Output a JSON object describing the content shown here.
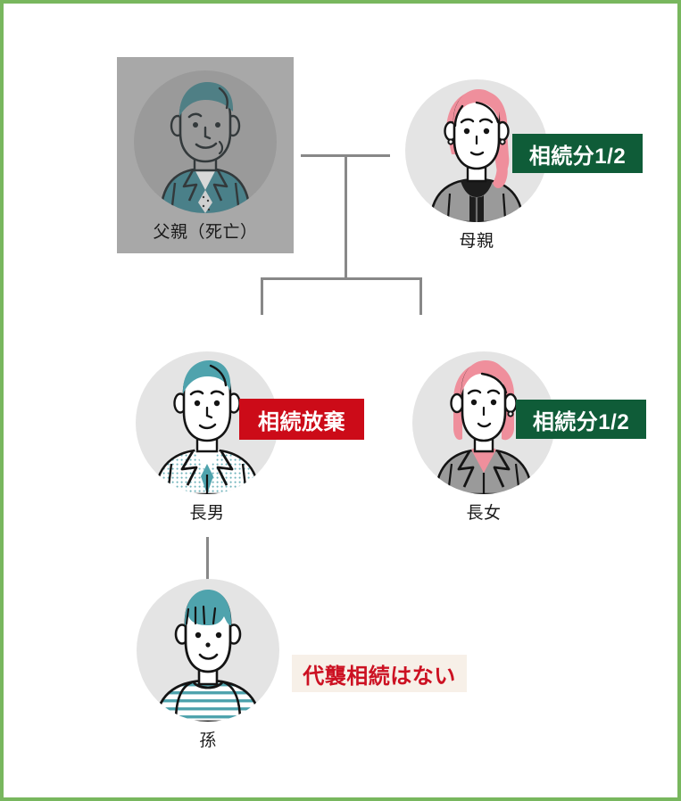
{
  "diagram": {
    "title": "相続関係図",
    "border_color": "#78b75e",
    "background": "#ffffff"
  },
  "people": [
    {
      "id": "father",
      "name": "父親（死亡）",
      "role": "deceased-father",
      "deceased": true,
      "overlay_color": "#a8a8a8",
      "circle_color": "#9a9a9a",
      "hair_color": "#4f7f85",
      "clothing_color": "#4a8089"
    },
    {
      "id": "mother",
      "name": "母親",
      "role": "mother",
      "deceased": false,
      "circle_color": "#e4e4e4",
      "hair_color": "#ef8f9c",
      "clothing_color": "#9a9a9a"
    },
    {
      "id": "eldest-son",
      "name": "長男",
      "role": "eldest-son",
      "deceased": false,
      "circle_color": "#e4e4e4",
      "hair_color": "#4fa3ad",
      "clothing_color": "#ffffff"
    },
    {
      "id": "eldest-daughter",
      "name": "長女",
      "role": "eldest-daughter",
      "deceased": false,
      "circle_color": "#e4e4e4",
      "hair_color": "#ef8f9c",
      "clothing_color": "#9a9a9a"
    },
    {
      "id": "grandchild",
      "name": "孫",
      "role": "grandchild",
      "deceased": false,
      "circle_color": "#e4e4e4",
      "hair_color": "#4fa3ad",
      "clothing_color": "#4fa3ad"
    }
  ],
  "badges": [
    {
      "id": "mother-share",
      "text": "相続分1/2",
      "style": "green",
      "bg": "#0f5c38",
      "fg": "#ffffff",
      "attached_to": "mother"
    },
    {
      "id": "son-renunciation",
      "text": "相続放棄",
      "style": "red",
      "bg": "#cc0b18",
      "fg": "#ffffff",
      "attached_to": "eldest-son"
    },
    {
      "id": "daughter-share",
      "text": "相続分1/2",
      "style": "green",
      "bg": "#0f5c38",
      "fg": "#ffffff",
      "attached_to": "eldest-daughter"
    },
    {
      "id": "grandchild-note",
      "text": "代襲相続はない",
      "style": "cream",
      "bg": "#f7f0e8",
      "fg": "#cc1122",
      "attached_to": "grandchild"
    }
  ],
  "connectors": {
    "line_color": "#888888",
    "marriage": "父親（死亡）―母親",
    "children": "長男・長女",
    "grandchild": "長男―孫"
  }
}
